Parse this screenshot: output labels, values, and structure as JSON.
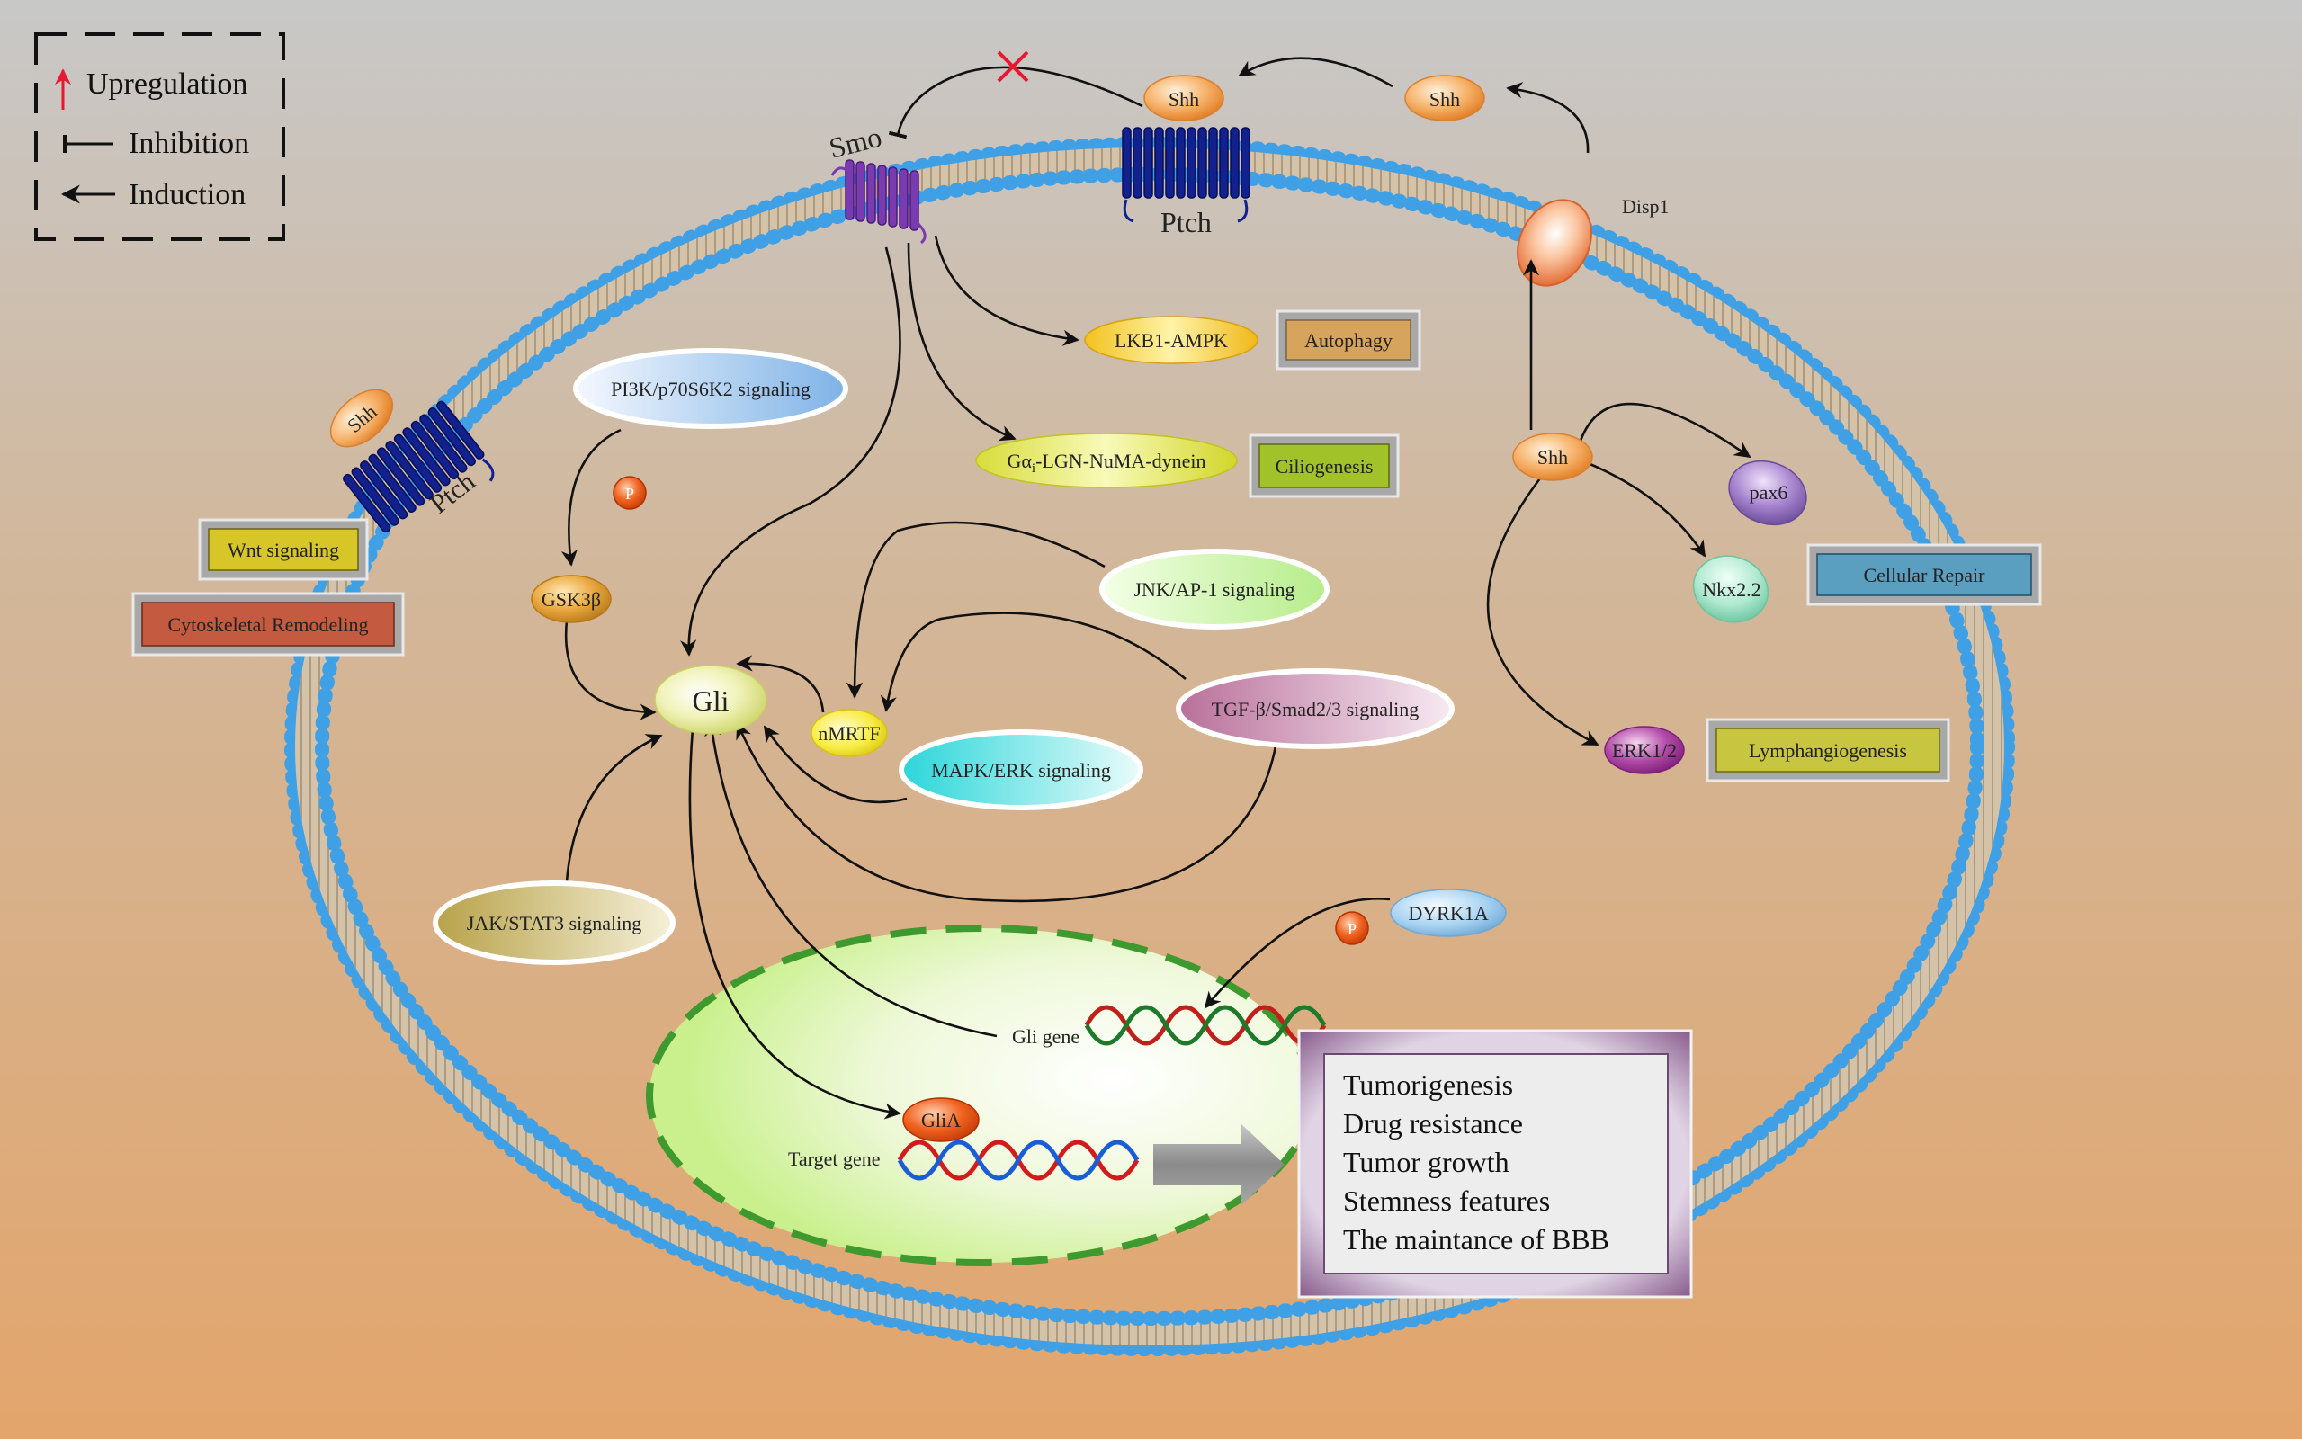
{
  "legend": {
    "upregulation": "Upregulation",
    "inhibition": "Inhibition",
    "induction": "Induction"
  },
  "membrane": {
    "smo": "Smo",
    "ptch_top": "Ptch",
    "ptch_left": "Ptch",
    "disp1": "Disp1"
  },
  "molecules": {
    "shh_top_left": "Shh",
    "shh_top_right": "Shh",
    "shh_left": "Shh",
    "shh_inner": "Shh",
    "pax6": "pax6",
    "nkx22": "Nkx2.2",
    "erk12": "ERK1/2",
    "gsk3b": "GSK3β",
    "gli": "Gli",
    "nmrtf": "nMRTF",
    "p1": "P",
    "p2": "P",
    "dyrk1a": "DYRK1A",
    "glia": "GliA"
  },
  "pathways": {
    "lkb1": "LKB1-AMPK",
    "galpha_main": "Gα",
    "galpha_sub": "i",
    "galpha_rest": "-LGN-NuMA-dynein",
    "pi3k": "PI3K/p70S6K2 signaling",
    "jnk": "JNK/AP-1 signaling",
    "tgf": "TGF-β/Smad2/3 signaling",
    "mapk": "MAPK/ERK signaling",
    "jak": "JAK/STAT3 signaling"
  },
  "outcomes": {
    "autophagy": "Autophagy",
    "ciliogenesis": "Ciliogenesis",
    "wnt": "Wnt signaling",
    "cytoskeletal": "Cytoskeletal Remodeling",
    "cellular_repair": "Cellular Repair",
    "lymphangiogenesis": "Lymphangiogenesis"
  },
  "nucleus": {
    "gli_gene": "Gli gene",
    "target_gene": "Target gene"
  },
  "result_box": {
    "items": [
      "Tumorigenesis",
      "Drug resistance",
      "Tumor growth",
      "Stemness features",
      "The maintance of  BBB"
    ]
  },
  "colors": {
    "membrane_head": "#3fa0e6",
    "receptor": "#0d1a8c",
    "smo": "#6a2a9a",
    "arrow": "#111111",
    "upregulation": "#e81830",
    "nucleus_border": "#3e9a2e"
  }
}
